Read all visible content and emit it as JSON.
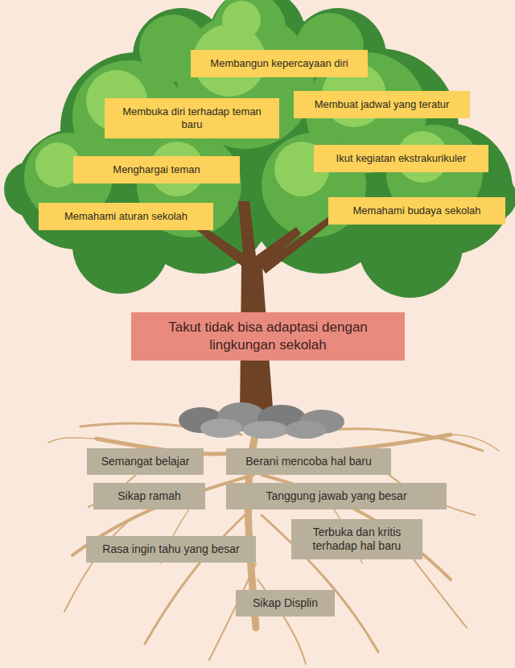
{
  "diagram": {
    "nodes": [
      {
        "text": [
          "Membangun kepercayaan diri"
        ]
      },
      {
        "text": [
          "Membuka diri terhadap teman baru"
        ]
      },
      {
        "text": [
          "Membuat jadwal yang teratur"
        ]
      },
      {
        "text": [
          "Menghargai teman"
        ]
      },
      {
        "text": [
          "Ikut kegiatan ekstrakurikuler"
        ]
      },
      {
        "text": [
          "Memahami aturan sekolah"
        ]
      },
      {
        "text": [
          "Memahami budaya sekolah"
        ]
      },
      {
        "text": [
          "Takut tidak bisa adaptasi dengan lingkungan sekolah"
        ]
      },
      {
        "text": [
          "Semangat belajar"
        ]
      },
      {
        "text": [
          "Berani mencoba hal baru"
        ]
      },
      {
        "text": [
          "Sikap ramah"
        ]
      },
      {
        "text": [
          "Tanggung jawab yang besar"
        ]
      },
      {
        "text": [
          "Terbuka dan kritis terhadap hal baru"
        ]
      },
      {
        "text": [
          "Rasa ingin tahu yang besar"
        ]
      },
      {
        "text": [
          "Sikap Displin"
        ]
      }
    ]
  }
}
